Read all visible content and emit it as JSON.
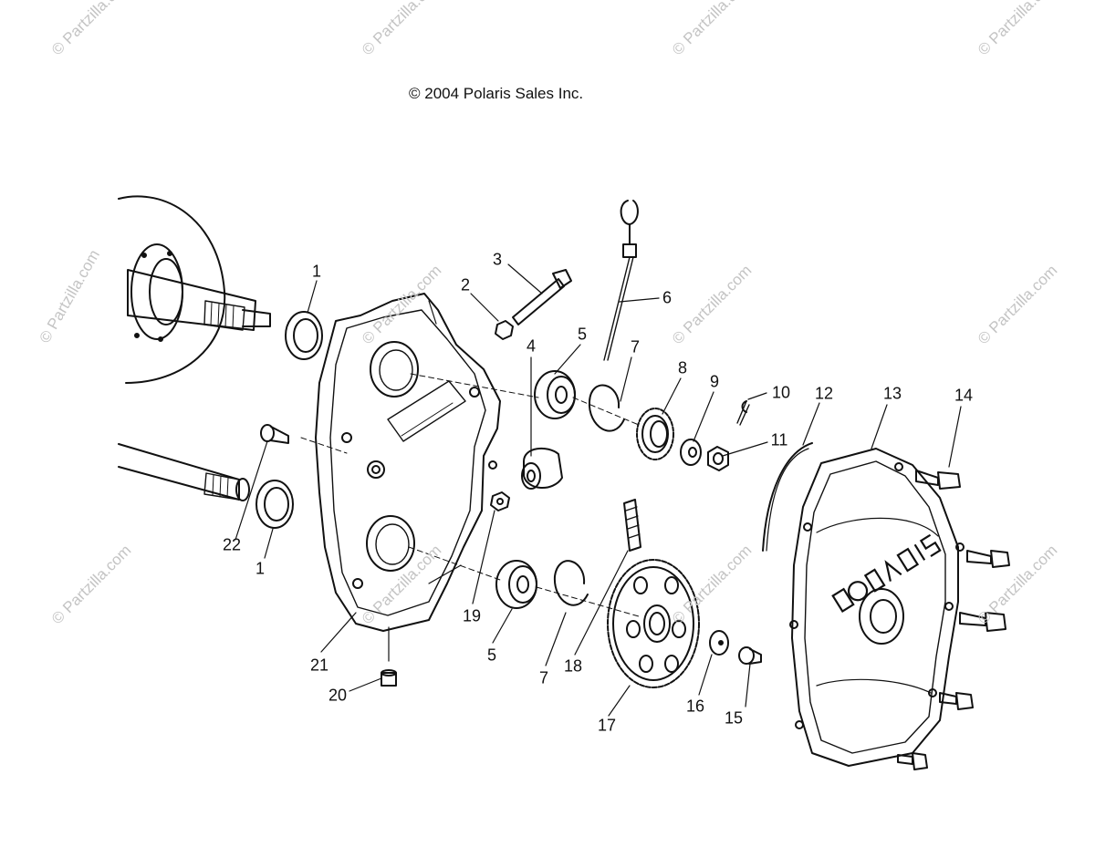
{
  "copyright": "© 2004 Polaris Sales Inc.",
  "watermark": "© Partzilla.com",
  "cover_logo": "POLARIS",
  "callouts": {
    "c1a": "1",
    "c1b": "1",
    "c2": "2",
    "c3": "3",
    "c4": "4",
    "c5a": "5",
    "c5b": "5",
    "c6": "6",
    "c7a": "7",
    "c7b": "7",
    "c8": "8",
    "c9": "9",
    "c10": "10",
    "c11": "11",
    "c12": "12",
    "c13": "13",
    "c14": "14",
    "c15": "15",
    "c16": "16",
    "c17": "17",
    "c18": "18",
    "c19": "19",
    "c20": "20",
    "c21": "21",
    "c22": "22"
  },
  "colors": {
    "line": "#111111",
    "watermark": "#c4c4c4",
    "background": "#ffffff"
  }
}
